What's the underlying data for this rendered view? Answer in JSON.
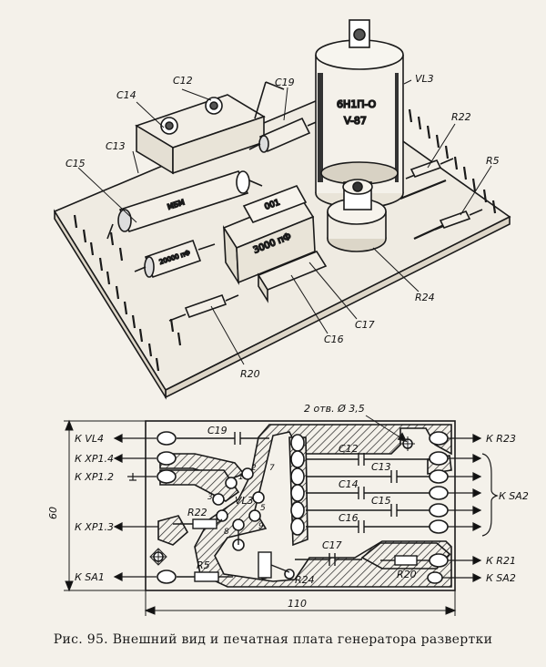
{
  "top_view": {
    "labels": {
      "C12": "C12",
      "C14": "C14",
      "C13": "C13",
      "C15": "C15",
      "C19": "C19",
      "VL3": "VL3",
      "R22": "R22",
      "R5": "R5",
      "R24": "R24",
      "C17": "C17",
      "C16": "C16",
      "R20": "R20"
    },
    "tube_text_1": "6Н1П-О",
    "tube_text_2": "V-87",
    "cap_3000": "3000 пФ",
    "cap_001": "001",
    "cap_mbm": "МБМ",
    "cap_20000": "20000 пФ"
  },
  "pcb_view": {
    "hole_note": "2 отв. Ø 3,5",
    "dim_height": "60",
    "dim_width": "110",
    "left_connections": [
      "К VL4",
      "К XP1.4",
      "К XP1.2",
      "К XP1.3",
      "К SA1"
    ],
    "right_connections": {
      "r23": "К R23",
      "sa2_group": "К SA2",
      "r21": "К R21",
      "sa2_bottom": "К SA2"
    },
    "component_labels": {
      "C19": "C19",
      "C12": "C12",
      "C13": "C13",
      "C14": "C14",
      "C15": "C15",
      "C16": "C16",
      "C17": "C17",
      "R22": "R22",
      "R5": "R5",
      "R24": "R24",
      "R20": "R20",
      "VL3": "VL3"
    },
    "pin_numbers": [
      "1",
      "2",
      "3",
      "5",
      "7",
      "8",
      "9"
    ]
  },
  "caption": {
    "figure": "Рис. 95.",
    "text": "Внешний вид и печатная плата генератора развертки"
  }
}
